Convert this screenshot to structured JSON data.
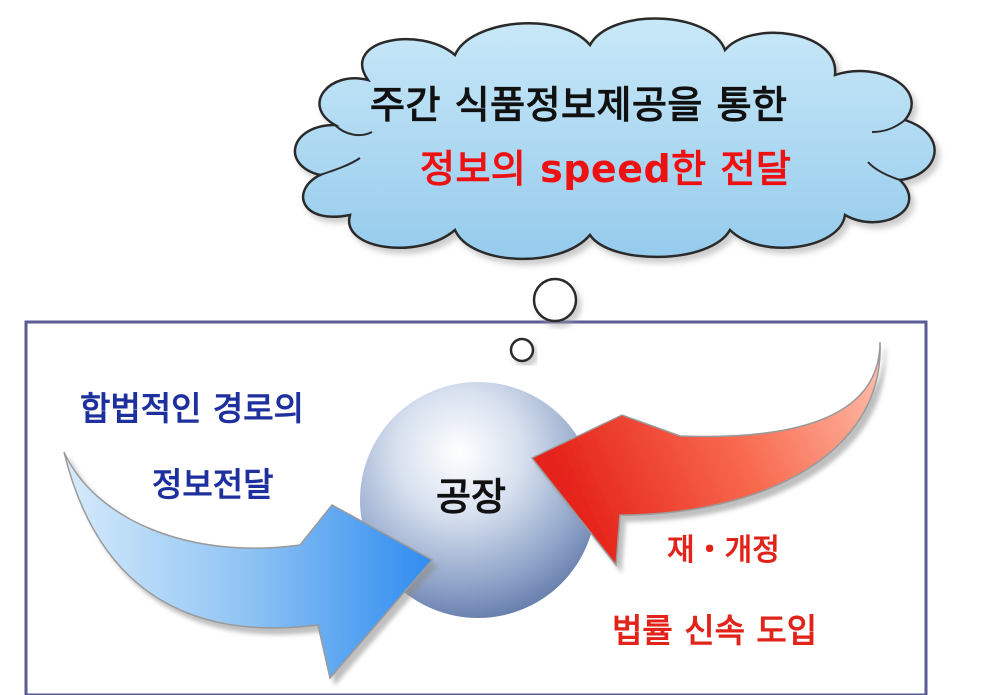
{
  "cloud": {
    "line1": "주간 식품정보제공을 통한",
    "line2": "정보의 speed한 전달"
  },
  "left_arrow_text": {
    "line1": "합법적인 경로의",
    "line2": "정보전달"
  },
  "center": {
    "label": "공장"
  },
  "right_arrow_text": {
    "line1": "재・개정",
    "line2": "법률 신속 도입"
  },
  "colors": {
    "frame": "#5b5b98",
    "cloud_fill": "#a9d6ef",
    "cloud_text": "#111111",
    "cloud_highlight": "#ee1111",
    "left_text": "#1e2f9e",
    "right_text": "#e2231a",
    "left_arrow": "#3e9cf2",
    "right_arrow": "#ee3322",
    "sphere": "#8ea3c8"
  }
}
